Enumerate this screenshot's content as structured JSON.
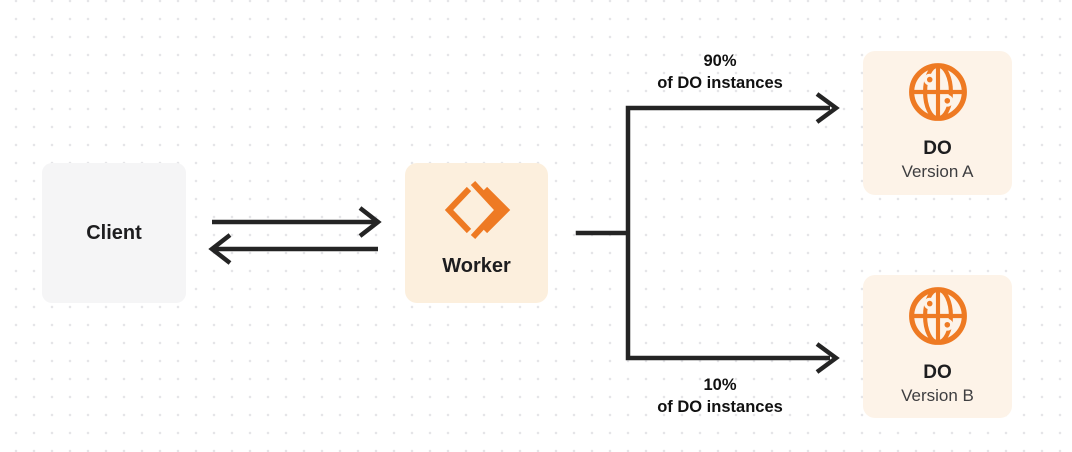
{
  "nodes": {
    "client": {
      "label": "Client"
    },
    "worker": {
      "label": "Worker"
    },
    "do_version_a": {
      "label": "DO",
      "sublabel": "Version A"
    },
    "do_version_b": {
      "label": "DO",
      "sublabel": "Version B"
    }
  },
  "edges": {
    "worker_to_do_a": {
      "percent": "90%",
      "caption": "of DO instances"
    },
    "worker_to_do_b": {
      "percent": "10%",
      "caption": "of DO instances"
    },
    "client_worker": {
      "style": "bidirectional-arrows"
    }
  },
  "icons": {
    "worker": "workers-chevrons-icon",
    "durable_object": "globe-icon"
  },
  "colors": {
    "accent_orange": "#EE7A23",
    "worker_box_bg": "#FCEFDD",
    "do_box_bg": "#FDF3E8",
    "client_box_bg": "#F5F5F6",
    "line_color": "#242424"
  }
}
